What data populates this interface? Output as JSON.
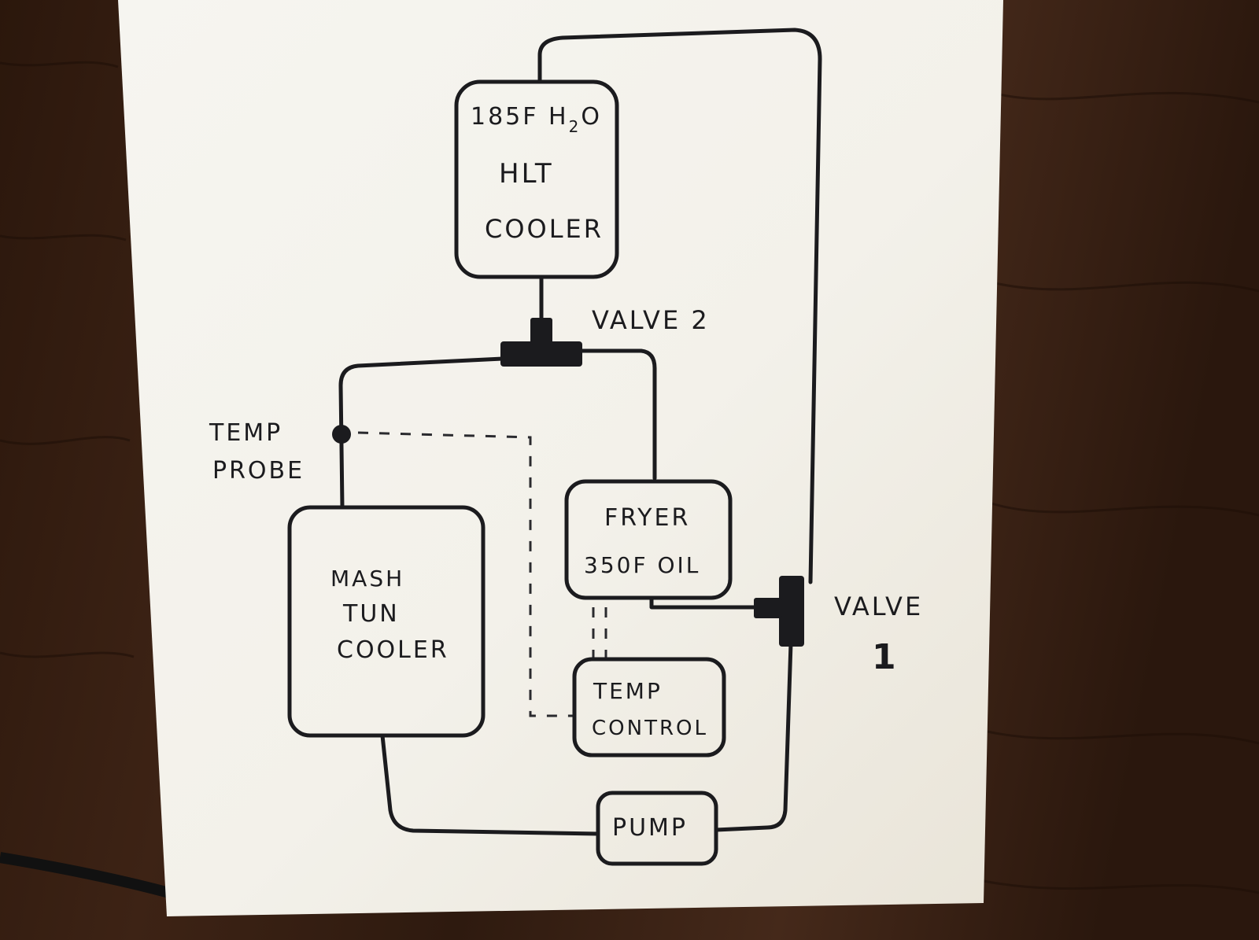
{
  "diagram": {
    "components": {
      "hlt": {
        "line1": "185F H",
        "sub": "2",
        "line1_end": "O",
        "line2": "HLT",
        "line3": "COOLER"
      },
      "fryer": {
        "line1": "FRYER",
        "line2": "350F OIL"
      },
      "mash_tun": {
        "line1": "MASH",
        "line2": "TUN",
        "line3": "COOLER"
      },
      "temp_control": {
        "line1": "TEMP",
        "line2": "CONTROL"
      },
      "pump": {
        "label": "PUMP"
      }
    },
    "labels": {
      "valve_2": "VALVE 2",
      "valve_1_word": "VALVE",
      "valve_1_number": "1",
      "temp_probe_line1": "TEMP",
      "temp_probe_line2": "PROBE"
    }
  }
}
